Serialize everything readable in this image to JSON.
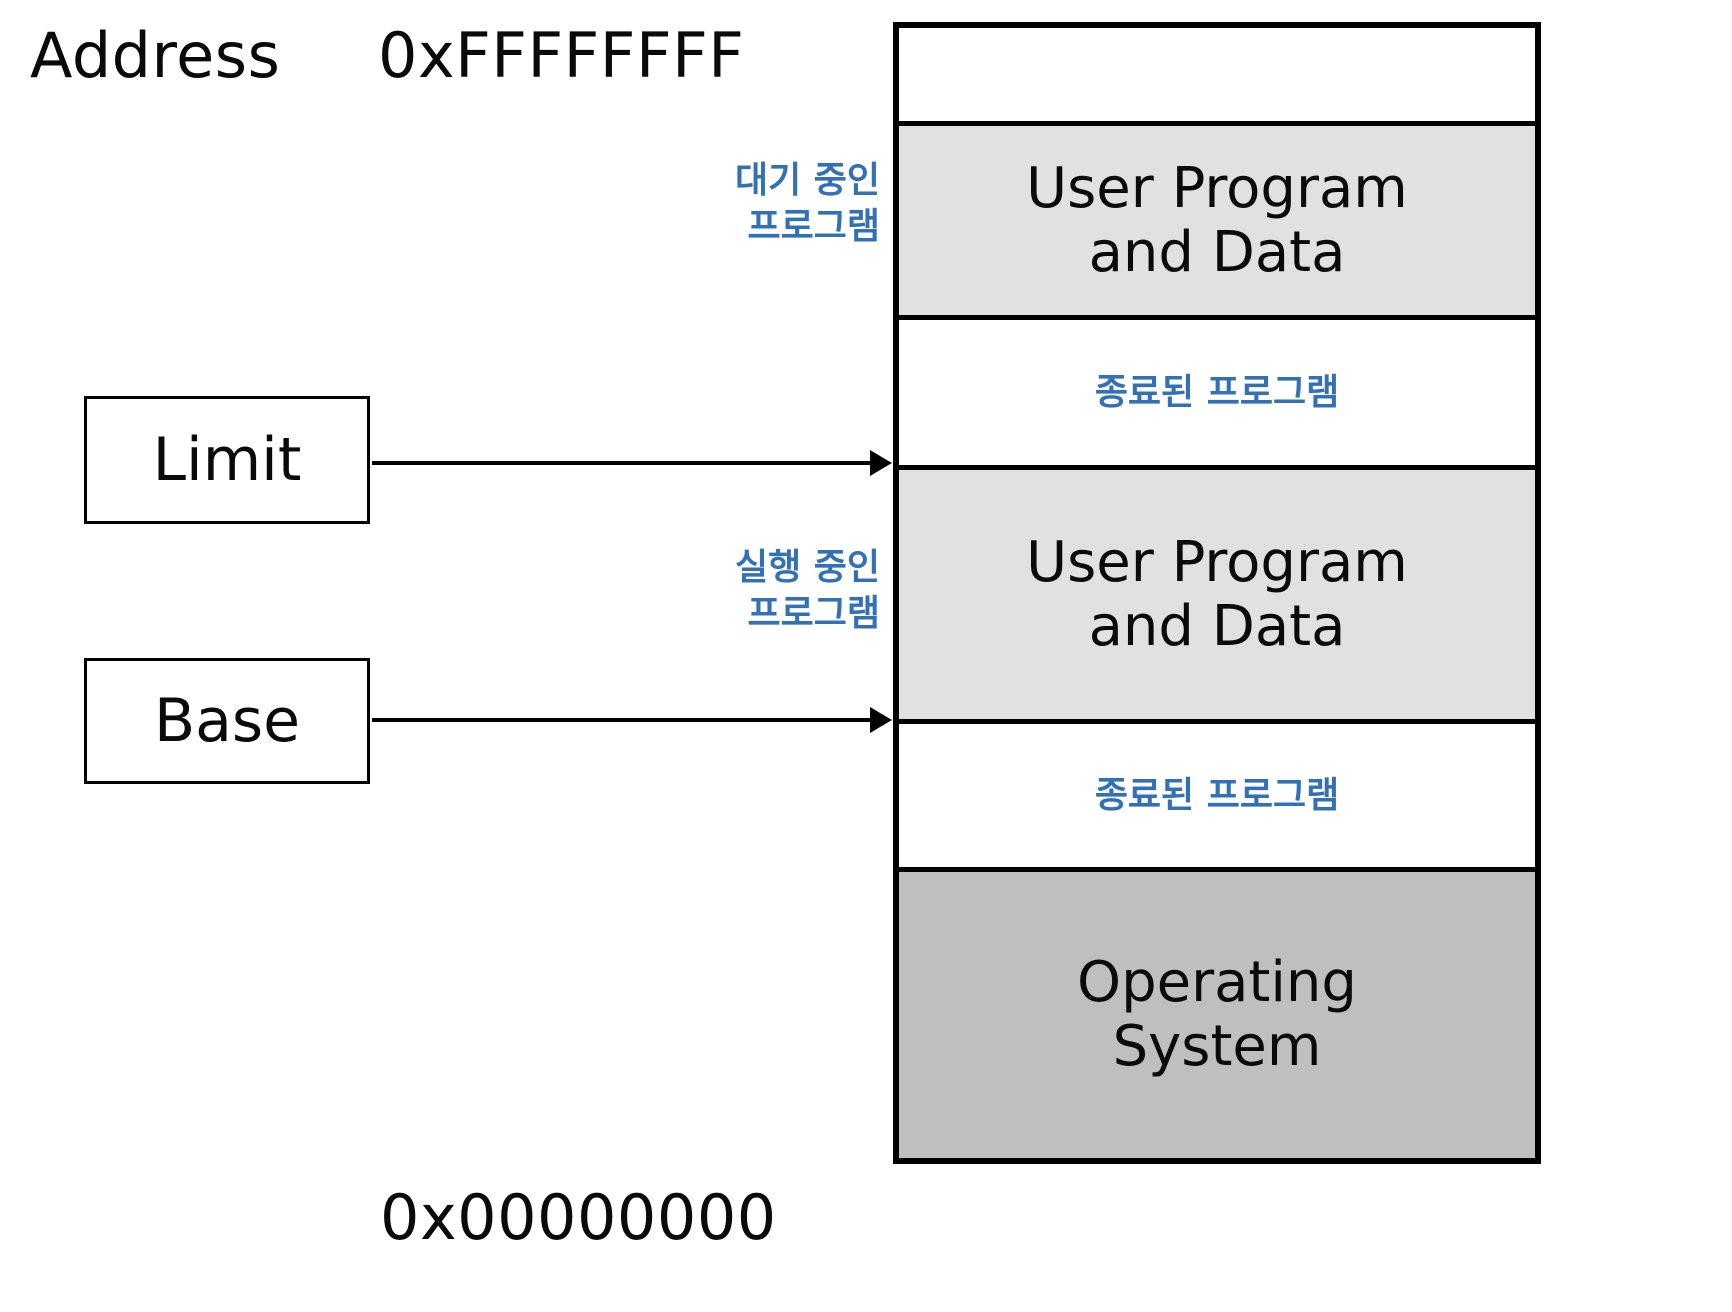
{
  "diagram": {
    "title_label": "Address",
    "address_top": "0xFFFFFFFF",
    "address_bottom": "0x00000000",
    "accent_color": "#3371b7",
    "ink_color": "#0a0a0a",
    "fill_user": "#e1e1e1",
    "fill_os": "#bfbfbf",
    "fill_free": "#ffffff"
  },
  "registers": [
    {
      "name": "limit",
      "label": "Limit"
    },
    {
      "name": "base",
      "label": "Base"
    }
  ],
  "memory_segments": [
    {
      "id": "top-free",
      "kind": "free",
      "label": ""
    },
    {
      "id": "user-top",
      "kind": "user-program",
      "label": "User Program\nand Data"
    },
    {
      "id": "free-mid",
      "kind": "terminated",
      "label": "종료된 프로그램"
    },
    {
      "id": "user-bot",
      "kind": "user-program",
      "label": "User Program\nand Data"
    },
    {
      "id": "free-low",
      "kind": "terminated",
      "label": "종료된 프로그램"
    },
    {
      "id": "os",
      "kind": "operating-system",
      "label": "Operating\nSystem"
    }
  ],
  "annotations": {
    "waiting_program": "대기 중인\n프로그램",
    "running_program": "실행 중인\n프로그램"
  }
}
